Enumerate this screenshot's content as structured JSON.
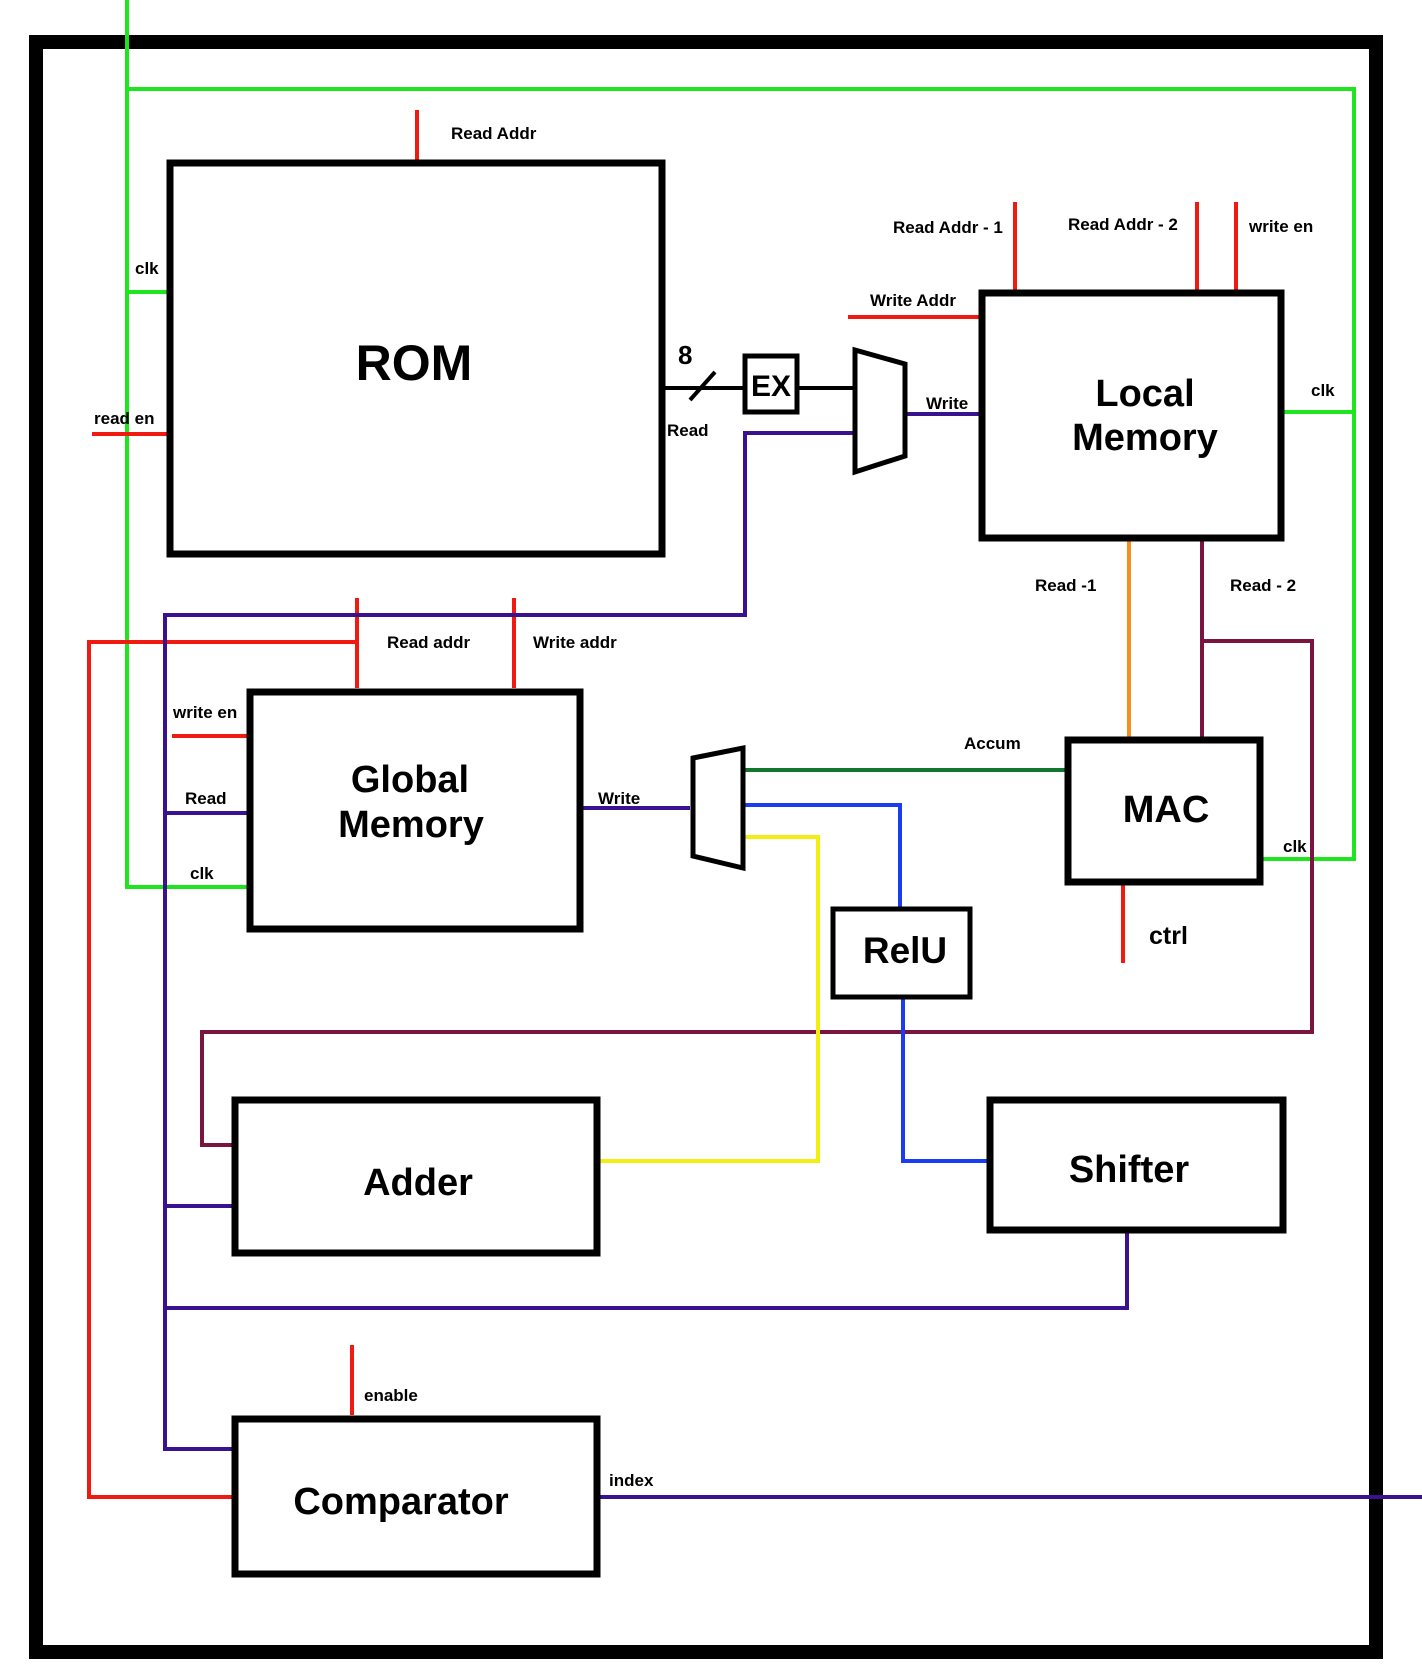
{
  "colors": {
    "clock": "#1fe51f",
    "control": "#f01a10",
    "data_bus": "#3a1290",
    "read2_bus": "#7a1540",
    "read1": "#f5901f",
    "accum": "#13762e",
    "relu": "#1a3cf2",
    "adder": "#f2ee12",
    "outline": "#000000"
  },
  "blocks": {
    "rom": "ROM",
    "ex": "EX",
    "local_memory_line1": "Local",
    "local_memory_line2": "Memory",
    "global_memory_line1": "Global",
    "global_memory_line2": "Memory",
    "mac": "MAC",
    "relu": "RelU",
    "adder": "Adder",
    "shifter": "Shifter",
    "comparator": "Comparator"
  },
  "signals": {
    "rom_read_addr": "Read Addr",
    "rom_clk": "clk",
    "rom_read_en": "read en",
    "bus_width": "8",
    "rom_read": "Read",
    "lm_read_addr_1": "Read Addr - 1",
    "lm_read_addr_2": "Read Addr - 2",
    "lm_write_en": "write en",
    "lm_write_addr": "Write Addr",
    "lm_write": "Write",
    "lm_clk": "clk",
    "lm_read_1": "Read -1",
    "lm_read_2": "Read - 2",
    "gm_read_addr": "Read addr",
    "gm_write_addr": "Write addr",
    "gm_write_en": "write en",
    "gm_read": "Read",
    "gm_clk": "clk",
    "gm_write": "Write",
    "accum": "Accum",
    "mac_clk": "clk",
    "mac_ctrl": "ctrl",
    "cmp_enable": "enable",
    "cmp_index": "index"
  }
}
